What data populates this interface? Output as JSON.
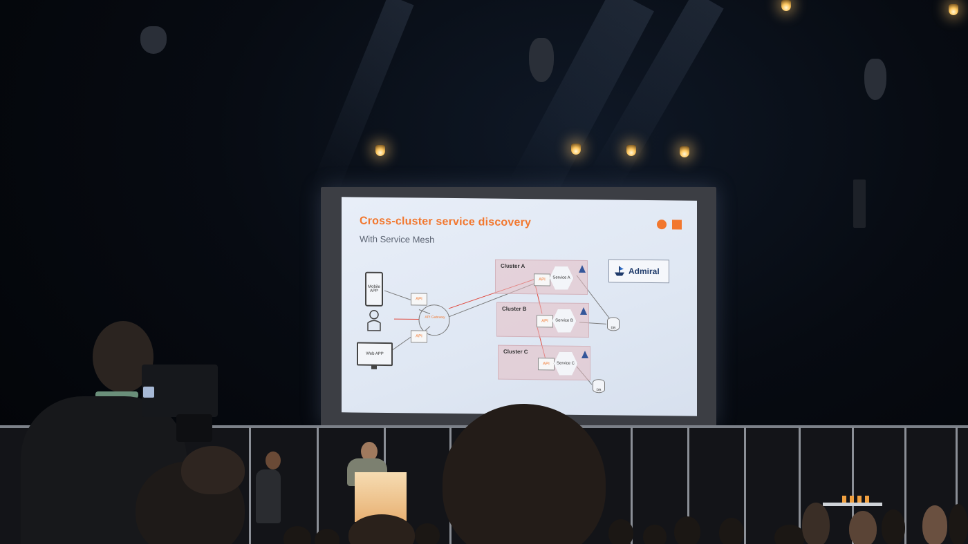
{
  "slide": {
    "title": "Cross-cluster service discovery",
    "subtitle": "With Service Mesh",
    "admiral_label": "Admiral",
    "clients": {
      "mobile": "Mobile APP",
      "web": "Web APP"
    },
    "gateway": {
      "label": "API Gateway",
      "api_label": "API"
    },
    "clusters": [
      {
        "name": "Cluster A",
        "service": "Service A",
        "api": "API",
        "db": ""
      },
      {
        "name": "Cluster B",
        "service": "Service B",
        "api": "API",
        "db": "DB"
      },
      {
        "name": "Cluster C",
        "service": "Service C",
        "api": "API",
        "db": "DB"
      }
    ],
    "colors": {
      "accent": "#f2772e",
      "cluster_fill": "#e6bec3",
      "slide_bg": "#e3eaf5",
      "admiral_blue": "#1e3a6a"
    }
  }
}
